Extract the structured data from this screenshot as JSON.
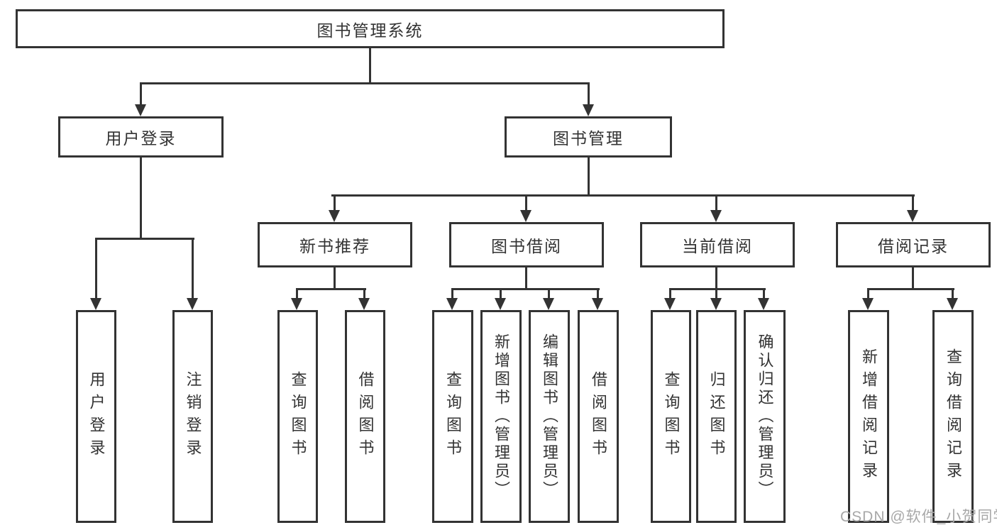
{
  "colors": {
    "border": "#333333",
    "text": "#333333",
    "line": "#333333",
    "background": "#ffffff",
    "watermark": "#a8a8a8"
  },
  "watermark": {
    "text": "CSDN @软件_小贺同学"
  },
  "tree": {
    "label": "图书管理系统",
    "children": [
      {
        "label": "用户登录",
        "children": [
          {
            "label": "用户登录"
          },
          {
            "label": "注销登录"
          }
        ]
      },
      {
        "label": "图书管理",
        "children": [
          {
            "label": "新书推荐",
            "children": [
              {
                "label": "查询图书"
              },
              {
                "label": "借阅图书"
              }
            ]
          },
          {
            "label": "图书借阅",
            "children": [
              {
                "label": "查询图书"
              },
              {
                "label": "新增图书（管理员）"
              },
              {
                "label": "编辑图书（管理员）"
              },
              {
                "label": "借阅图书"
              }
            ]
          },
          {
            "label": "当前借阅",
            "children": [
              {
                "label": "查询图书"
              },
              {
                "label": "归还图书"
              },
              {
                "label": "确认归还（管理员）"
              }
            ]
          },
          {
            "label": "借阅记录",
            "children": [
              {
                "label": "新增借阅记录"
              },
              {
                "label": "查询借阅记录"
              }
            ]
          }
        ]
      }
    ]
  }
}
